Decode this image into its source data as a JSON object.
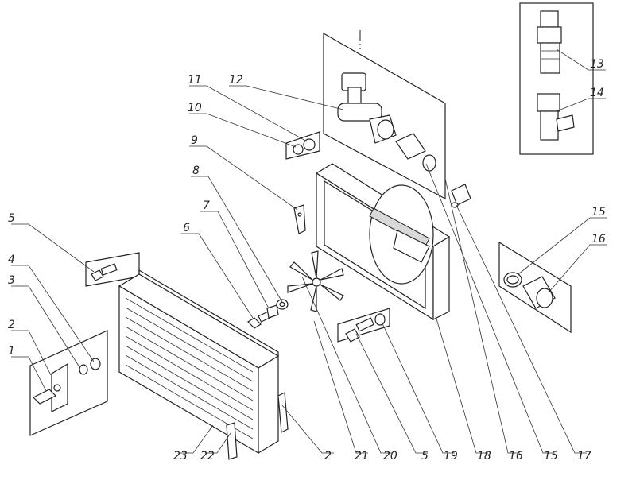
{
  "labels": [
    "1",
    "2",
    "3",
    "4",
    "5",
    "6",
    "7",
    "8",
    "9",
    "10",
    "11",
    "12",
    "13",
    "14",
    "15",
    "16",
    "2",
    "21",
    "20",
    "5",
    "19",
    "18",
    "16",
    "15",
    "17",
    "23",
    "22"
  ]
}
